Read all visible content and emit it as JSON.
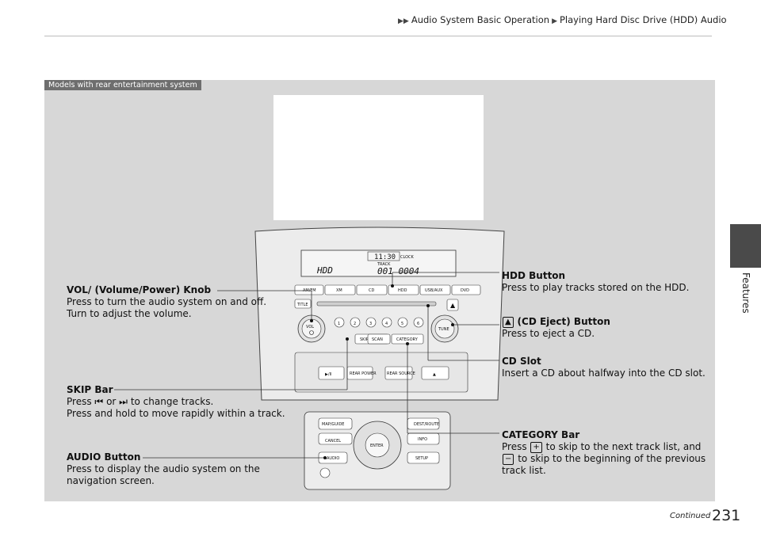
{
  "breadcrumb": {
    "part1": "Audio System Basic Operation",
    "part2": "Playing Hard Disc Drive (HDD) Audio",
    "arrow": "▶▶"
  },
  "side_tab": {
    "label": "Features"
  },
  "panel": {
    "models_label": "Models with rear entertainment system"
  },
  "display": {
    "clock": "11:30",
    "clock_label": "CLOCK",
    "track_label": "TRACK",
    "mode": "HDD",
    "track_numbers": "001 0004"
  },
  "unit_buttons": {
    "am_fm": "AM/FM",
    "xm": "XM",
    "cd": "CD",
    "hdd": "HDD",
    "usb_aux": "USB/AUX",
    "dvd": "DVD",
    "title": "TITLE",
    "presets": [
      "1",
      "2",
      "3",
      "4",
      "5",
      "6"
    ],
    "vol": "VOL",
    "tune": "TUNE",
    "skip": "SKIP",
    "scan": "SCAN",
    "category": "CATEGORY",
    "play_pause": "▶/II",
    "rear_power": "REAR POWER",
    "rear_source": "REAR SOURCE",
    "eject": "▲"
  },
  "nav_buttons": {
    "map_guide": "MAP/GUIDE",
    "cancel": "CANCEL",
    "enter": "ENTER",
    "dest_route": "DEST/ROUTE",
    "info": "INFO",
    "audio": "AUDIO",
    "setup": "SETUP"
  },
  "callouts": {
    "vol": {
      "title": "VOL/ (Volume/Power) Knob",
      "line1": "Press to turn the audio system on and off.",
      "line2": "Turn to adjust the volume."
    },
    "hdd": {
      "title": "HDD Button",
      "line1": "Press to play tracks stored on the HDD."
    },
    "eject": {
      "title": "(CD Eject) Button",
      "line1": "Press to eject a CD."
    },
    "cd_slot": {
      "title": "CD Slot",
      "line1": "Insert a CD about halfway into the CD slot."
    },
    "skip": {
      "title": "SKIP Bar",
      "line1_a": "Press",
      "line1_b": "or",
      "line1_c": "to change tracks.",
      "line2": "Press and hold to move rapidly within a track."
    },
    "category": {
      "title": "CATEGORY Bar",
      "line1_a": "Press",
      "line1_b": "to skip to the next track list, and",
      "line2": "to skip to the beginning of the previous",
      "line3": "track list."
    },
    "audio": {
      "title": "AUDIO Button",
      "line1": "Press to display the audio system on the",
      "line2": "navigation screen."
    }
  },
  "footer": {
    "continued": "Continued",
    "page_number": "231"
  }
}
